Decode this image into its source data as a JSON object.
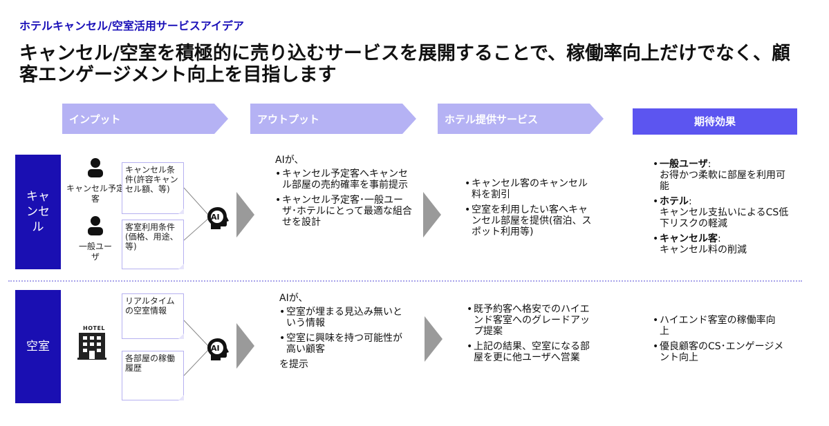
{
  "subtitle": "ホテルキャンセル/空室活用サービスアイデア",
  "title": "キャンセル/空室を積極的に売り込むサービスを展開することで、稼働率向上だけでなく、顧客エンゲージメント向上を目指します",
  "headers": {
    "input": "インプット",
    "output": "アウトプット",
    "service": "ホテル提供サービス",
    "effect": "期待効果"
  },
  "colors": {
    "primary": "#1a0fb2",
    "chevron": "#b5b2f4",
    "effect_header": "#5c55f0",
    "arrow": "#9a9a9a"
  },
  "rows": {
    "cancel": {
      "label": "キャンセル",
      "person1": "キャンセル予定客",
      "note1": "キャンセル条件(許容キャンセル額、等)",
      "person2": "一般ユーザ",
      "note2": "客室利用条件(価格、用途、等)",
      "ai": "AI",
      "output_intro": "AIが、",
      "output_items": [
        "キャンセル予定客へキャンセル部屋の売約確率を事前提示",
        "キャンセル予定客･一般ユーザ･ホテルにとって最適な組合せを設計"
      ],
      "service_items": [
        "キャンセル客のキャンセル料を割引",
        "空室を利用したい客へキャンセル部屋を提供(宿泊、スポット利用等)"
      ],
      "effect_items": [
        {
          "head": "一般ユーザ",
          "text": "お得かつ柔軟に部屋を利用可能"
        },
        {
          "head": "ホテル",
          "text": "キャンセル支払いによるCS低下リスクの軽減"
        },
        {
          "head": "キャンセル客",
          "text": "キャンセル料の削減"
        }
      ]
    },
    "vacant": {
      "label": "空室",
      "hotel_sign": "HOTEL",
      "note1": "リアルタイムの空室情報",
      "note2": "各部屋の稼働履歴",
      "ai": "AI",
      "output_intro": "AIが、",
      "output_items": [
        "空室が埋まる見込み無いという情報",
        "空室に興味を持つ可能性が高い顧客"
      ],
      "output_outro": "を提示",
      "service_items": [
        "既予約客へ格安でのハイエンド客室へのグレードアップ提案",
        "上記の結果、空室になる部屋を更に他ユーザへ営業"
      ],
      "effect_items": [
        "ハイエンド客室の稼働率向上",
        "優良顧客のCS･エンゲージメント向上"
      ]
    }
  }
}
